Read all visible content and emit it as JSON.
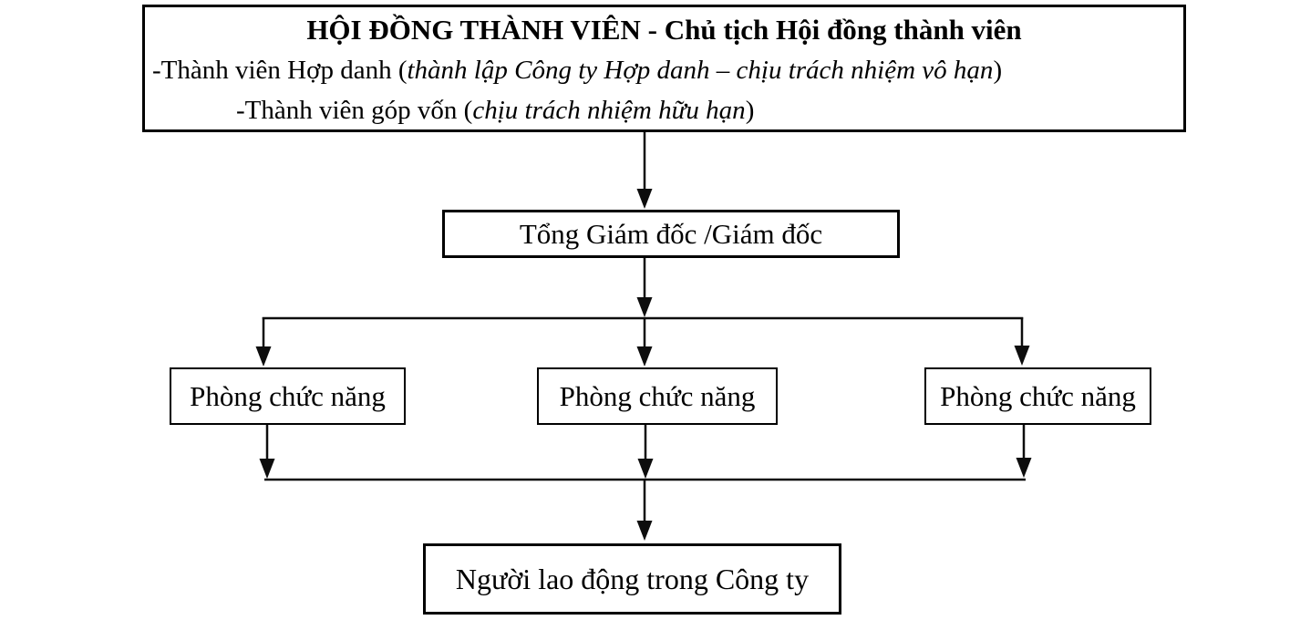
{
  "diagram": {
    "nodes": {
      "council": {
        "title": "HỘI ĐỒNG THÀNH VIÊN - Chủ tịch Hội đồng thành viên",
        "line2": {
          "prefix": "-Thành viên Hợp danh (",
          "italic": "thành lập Công ty Hợp danh – chịu trách nhiệm vô hạn",
          "suffix": ")"
        },
        "line3": {
          "prefix": "-Thành viên góp vốn (",
          "italic": "chịu trách nhiệm hữu hạn",
          "suffix": ")"
        }
      },
      "director": {
        "label": "Tổng Giám đốc /Giám đốc"
      },
      "departments": [
        "Phòng chức năng",
        "Phòng chức năng",
        "Phòng chức năng"
      ],
      "employees": {
        "label": "Người lao động trong Công ty"
      }
    },
    "edges": [
      {
        "from": "members-council",
        "to": "director"
      },
      {
        "from": "director",
        "to": "department-1"
      },
      {
        "from": "director",
        "to": "department-2"
      },
      {
        "from": "director",
        "to": "department-3"
      },
      {
        "from": "department-1",
        "to": "employees"
      },
      {
        "from": "department-2",
        "to": "employees"
      },
      {
        "from": "department-3",
        "to": "employees"
      }
    ],
    "colors": {
      "line": "#0d0d0d",
      "border": "#000000",
      "background": "#ffffff",
      "text": "#000000"
    }
  }
}
